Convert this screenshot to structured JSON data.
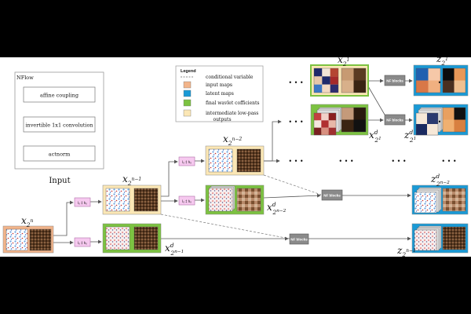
{
  "nflow": {
    "title": "NFlow",
    "steps": [
      "affine coupling",
      "invertible 1x1 convolution",
      "actnorm"
    ],
    "input_label": "Input"
  },
  "legend": {
    "title": "Legend",
    "items": [
      {
        "label": "conditional variable",
        "kind": "dash"
      },
      {
        "label": "input maps",
        "color": "#f2b48a"
      },
      {
        "label": "latent maps",
        "color": "#1a9ad6"
      },
      {
        "label": "final wavlet cofficients",
        "color": "#7cc241"
      },
      {
        "label": "intermediate low-pass",
        "color": "#fbe7b5"
      },
      {
        "label": "outputs",
        "color": null
      }
    ]
  },
  "haar_label": "lₓ ‡ hₓ",
  "nf_blocks_label": "NF blocks",
  "ellipsis": "• • •",
  "vars": {
    "x2n": {
      "base": "x",
      "sub": "2",
      "sup": "n"
    },
    "x2n1": {
      "base": "x",
      "sub": "2",
      "sup": "n−1"
    },
    "x2n2": {
      "base": "x",
      "sub": "2",
      "sup": "n−2"
    },
    "xd2n2": {
      "base": "x",
      "sup": "d",
      "sub": "2",
      "subsup": "n−2"
    },
    "xd2n1": {
      "base": "x",
      "sup": "d",
      "sub": "2",
      "subsup": "n−1"
    },
    "x21": {
      "base": "x",
      "sub": "2",
      "sup": "1"
    },
    "xd21": {
      "base": "x",
      "sup": "d",
      "sub": "2",
      "subsup": "1"
    },
    "z21": {
      "base": "z",
      "sub": "2",
      "sup": "1"
    },
    "zd21": {
      "base": "z",
      "sup": "d",
      "sub": "2",
      "subsup": "1"
    },
    "zd2n2": {
      "base": "z",
      "sup": "d",
      "sub": "2",
      "subsup": "n−2"
    },
    "z2n1": {
      "base": "z",
      "sub": "2",
      "sup": "n−1"
    }
  },
  "colors": {
    "input": "#f2b48a",
    "latent": "#1a9ad6",
    "final": "#7cc241",
    "lowpass": "#fbe7b5",
    "haar": "#f6c9ef",
    "nfblock": "#8a8a8a"
  }
}
